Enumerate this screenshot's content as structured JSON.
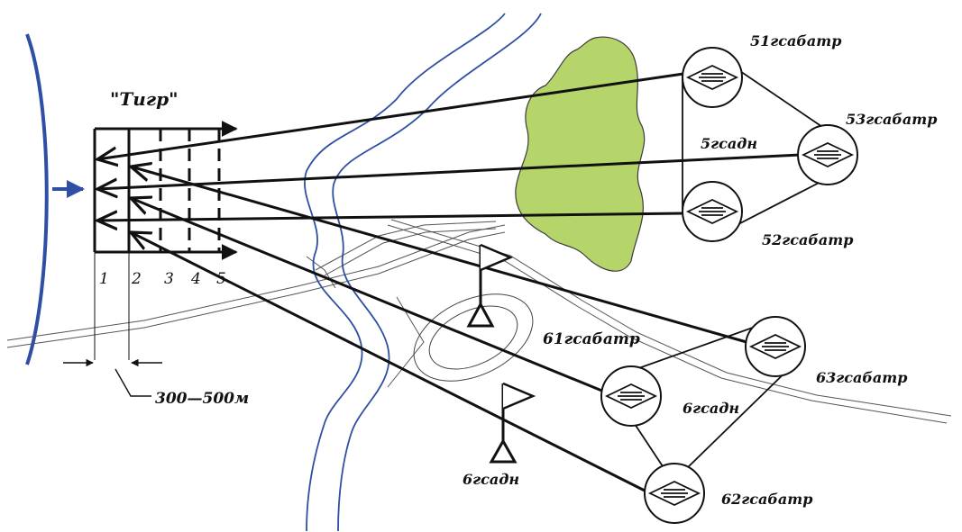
{
  "diagram": {
    "grid_title": "\"Тигр\"",
    "grid_numbers": [
      "1",
      "2",
      "3",
      "4",
      "5"
    ],
    "distance_label": "300—500м",
    "battalion_5_label": "5гсадн",
    "battalion_6_label": "6гсадн",
    "battalion_6_cp_label": "6гсадн",
    "battery_51_label": "51гсабатр",
    "battery_52_label": "52гсабатр",
    "battery_53_label": "53гсабатр",
    "battery_61_label": "61гсабатр",
    "battery_62_label": "62гсабатр",
    "battery_63_label": "63гсабатр"
  },
  "colors": {
    "river": "#2e4fa3",
    "forest_fill": "#b5d46a",
    "forest_stroke": "#3b3b3b",
    "ink": "#111111",
    "front_line": "#2e4fa3"
  }
}
